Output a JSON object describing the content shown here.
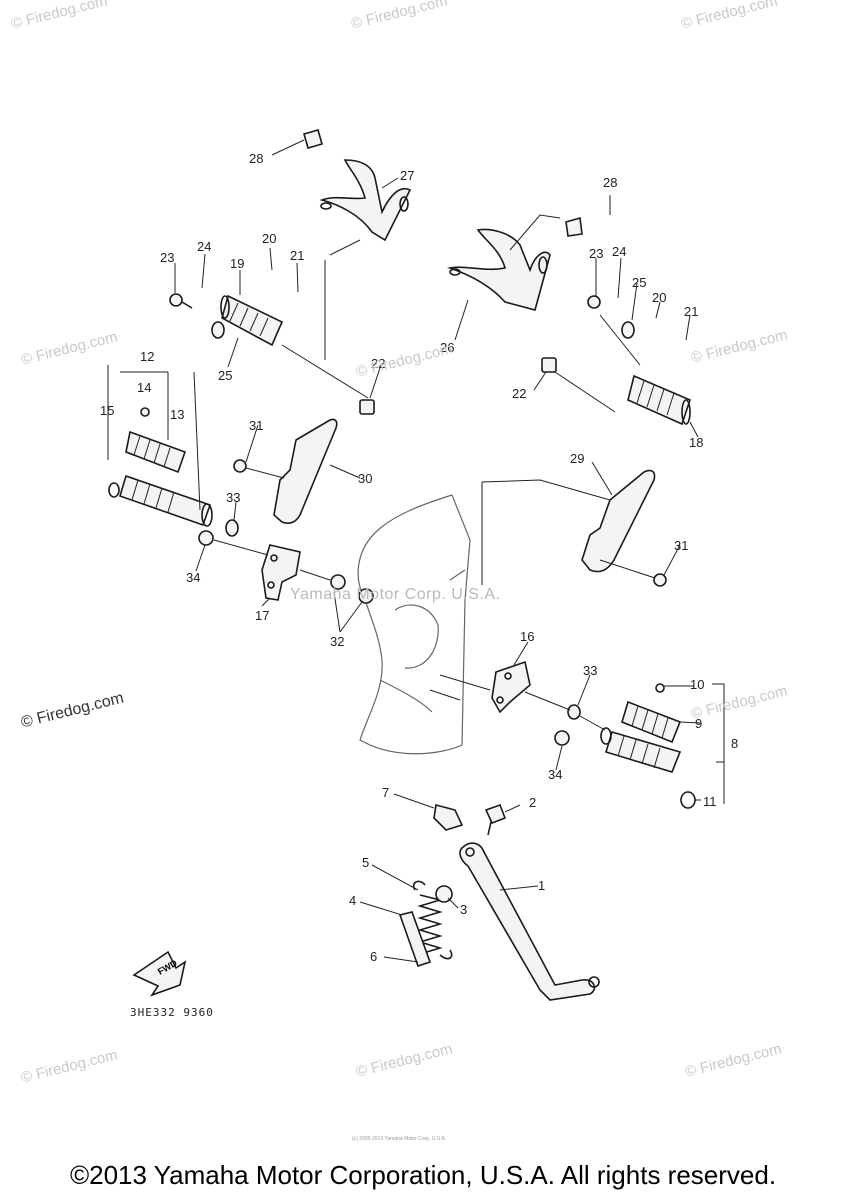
{
  "watermarks": {
    "firedog": "© Firedog.com",
    "corporation": "Yamaha Motor Corp. U.S.A."
  },
  "parts": {
    "p1": "1",
    "p2": "2",
    "p3": "3",
    "p4": "4",
    "p5": "5",
    "p6": "6",
    "p7": "7",
    "p8": "8",
    "p9": "9",
    "p10": "10",
    "p11": "11",
    "p12": "12",
    "p13": "13",
    "p14": "14",
    "p15": "15",
    "p16": "16",
    "p17": "17",
    "p18": "18",
    "p19": "19",
    "p20a": "20",
    "p20b": "20",
    "p21a": "21",
    "p21b": "21",
    "p22a": "22",
    "p22b": "22",
    "p23a": "23",
    "p23b": "23",
    "p24a": "24",
    "p24b": "24",
    "p25a": "25",
    "p25b": "25",
    "p26": "26",
    "p27": "27",
    "p28a": "28",
    "p28b": "28",
    "p29": "29",
    "p30": "30",
    "p31a": "31",
    "p31b": "31",
    "p32": "32",
    "p33a": "33",
    "p33b": "33",
    "p34a": "34",
    "p34b": "34"
  },
  "front_arrow": "FWD",
  "diagram_code": "3HE332 9360",
  "tiny_notice": "(c) 2005-2013 Yamaha Motor Corp, U.S.A.",
  "copyright": "©2013 Yamaha Motor Corporation, U.S.A. All rights reserved."
}
